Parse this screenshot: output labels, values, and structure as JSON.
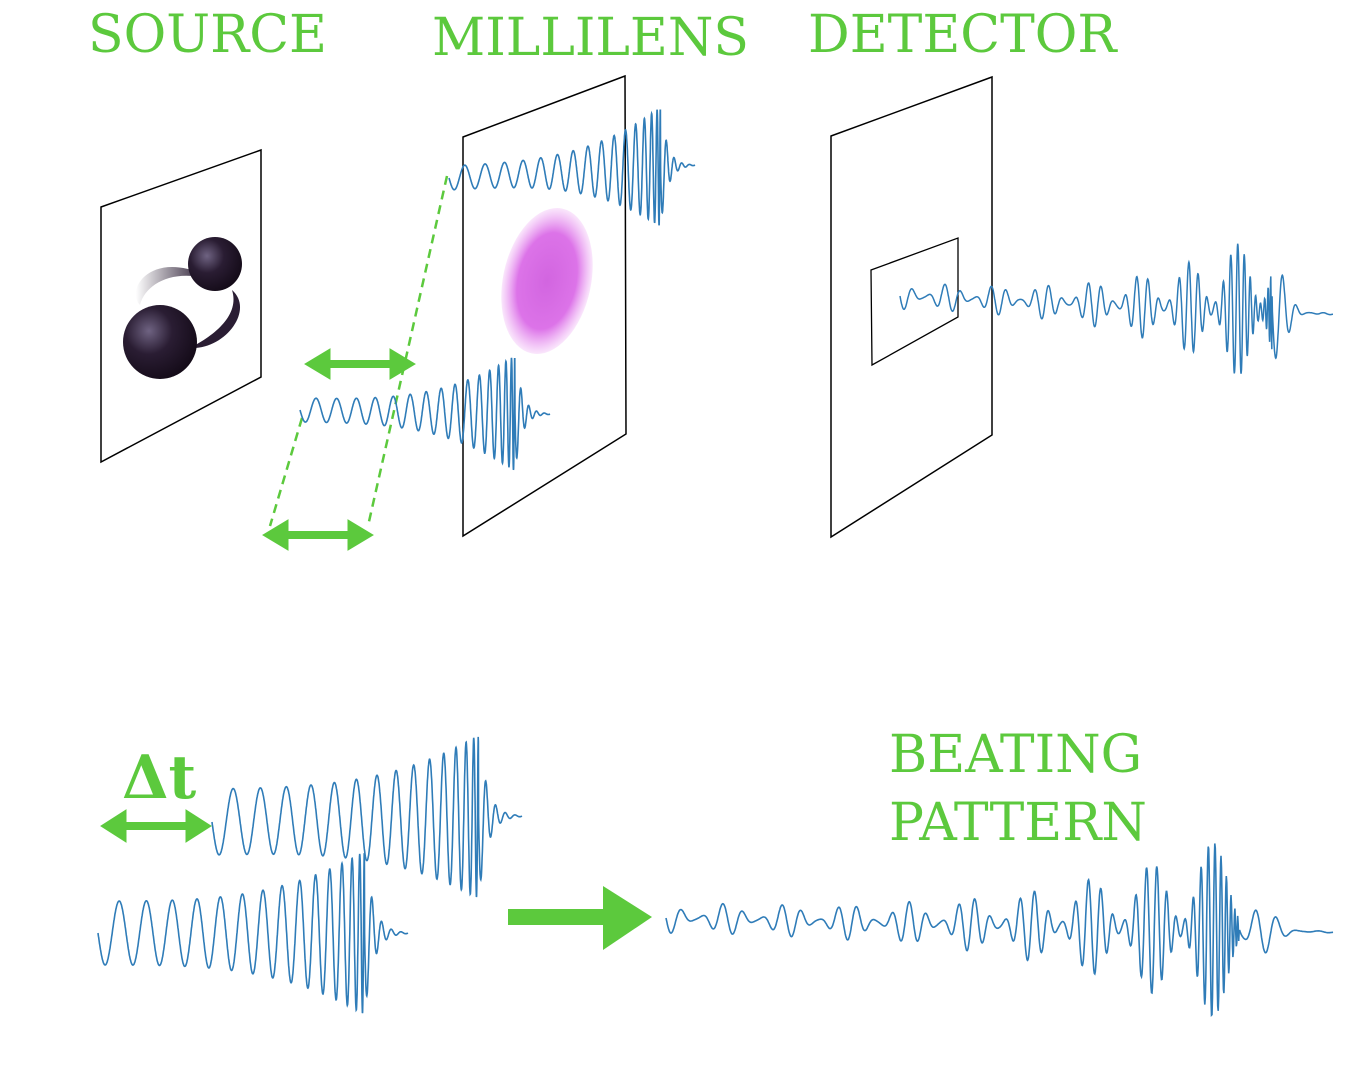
{
  "labels": {
    "source": "SOURCE",
    "millilens": "MILLILENS",
    "detector": "DETECTOR",
    "beating_line1": "BEATING",
    "beating_line2": "PATTERN",
    "delta_t": "Δt"
  },
  "colors": {
    "accent_green": "#5cc93d",
    "wave_blue": "#2f7cb8",
    "panel_stroke": "#000000",
    "lens_magenta": "#d96ee6",
    "blackhole_dark": "#2a1d33"
  },
  "icons": {
    "source_object": "binary-black-hole-icon",
    "lens_object": "millilens-blob",
    "time_delay": "double-arrow-icon",
    "flow": "right-arrow-icon"
  }
}
